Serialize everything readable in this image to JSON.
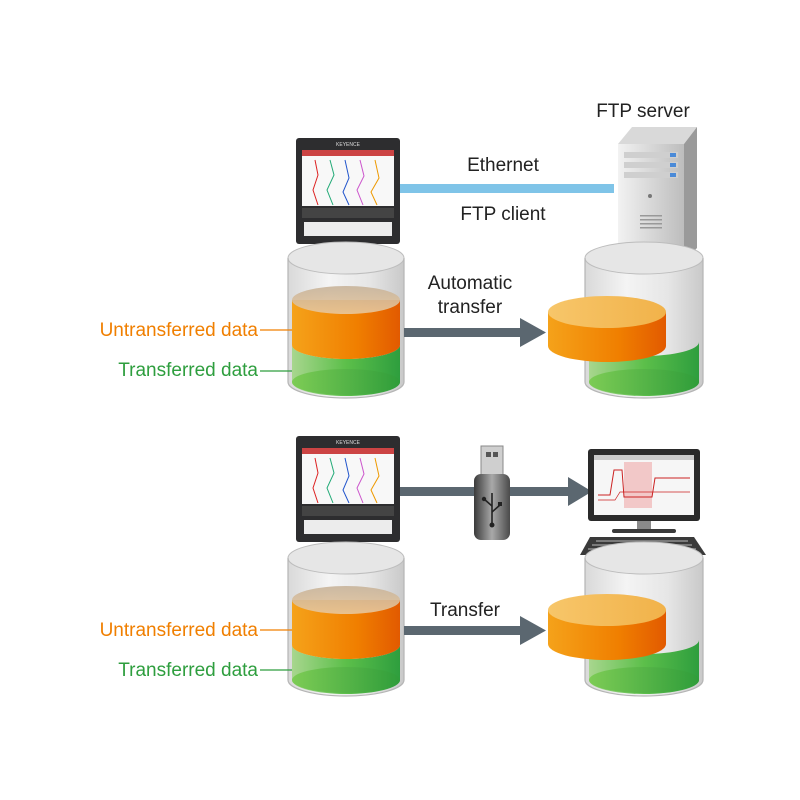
{
  "labels": {
    "ftp_server": "FTP server",
    "ethernet": "Ethernet",
    "ftp_client": "FTP client",
    "automatic_transfer_line1": "Automatic",
    "automatic_transfer_line2": "transfer",
    "transfer": "Transfer",
    "untransferred_data": "Untransferred data",
    "transferred_data": "Transferred data"
  },
  "device_brand": "KEYENCE",
  "colors": {
    "untransferred": "#f07f00",
    "transferred": "#2e9e3e",
    "ethernet_line": "#7fc4e8",
    "arrow": "#5b6770",
    "text": "#222222"
  },
  "icons": {
    "recorder": "data-recorder-icon",
    "server": "ftp-server-icon",
    "usb": "usb-drive-icon",
    "pc": "pc-monitor-icon",
    "keyboard": "keyboard-icon"
  }
}
